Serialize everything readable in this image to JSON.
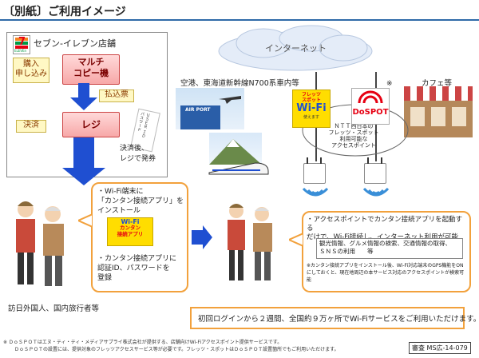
{
  "title": "〔別紙〕ご利用イメージ",
  "store": {
    "name": "セブン‐イレブン店舗",
    "logo_number": "7",
    "logo_brand": "ELEVEn",
    "purchase_label": "購入\n申し込み",
    "copier_label": "マルチ\nコピー機",
    "ticket_label": "払込票",
    "payment_label": "決済",
    "register_label": "レジ",
    "card_text": "ＵＳＥＲ ＩＤ\nパスワード",
    "issue_text": "決済後、\nレジで発券"
  },
  "internet_label": "インターネット",
  "venues": {
    "transport": "空港、東海道新幹線N700系車内等",
    "cafe": "カフェ等",
    "airport_sign": "AIR PORT",
    "asterisk": "※"
  },
  "hotspots": {
    "flets_top": "フレッツ\nスポット",
    "wifi_big": "Wi-Fi",
    "wifi_sub": "使えます",
    "ntt_text": "ＮＴＴ西日本の\nフレッツ・スポット\n利用可能な\nアクセスポイント",
    "dospot_name": "DoSPOT"
  },
  "left_box": {
    "line1": "・Wi-Fi端末に\n「カンタン接続アプリ」を\nインストール",
    "app_top": "Wi-Fi",
    "app_mid": "カンタン\n接続アプリ",
    "line2": "・カンタン接続アプリに\n認証ID、パスワードを\n登録"
  },
  "right_box": {
    "main": "・アクセスポイントでカンタン接続アプリを起動する\nだけで、Wi-Fi接続し、インターネット利用が可能",
    "detail": "観光情報、グルメ情報の検索、交通情報の取得、\nＳＮＳの利用　　等",
    "note": "※カンタン接続アプリをインストール後、Wi-Fi対応端末のGPS機能をON\nにしておくと、現在地周辺の本サービス対応のアクセスポイントが検索可能"
  },
  "travelers_label": "訪日外国人、国内旅行者等",
  "notice": "初回ログインから２週間、全国約９万ヶ所でWi-Fiサービスをご利用いただけます。",
  "footer": {
    "line1": "※ ＤｏＳＰＯＴはエヌ・ティ・ティ・メディアサプライ株式会社が提供する、店舗向けWi-Fiアクセスポイント提供サービスです。",
    "line2": "ＤｏＳＰＯＴの設置には、提供対象のフレッツアクセスサービス等が必要です。フレッツ・スポットはＤｏＳＰＯＴ設置箇所でもご利用いただけます。",
    "review": "審査 MS広-14-079"
  },
  "colors": {
    "accent_blue": "#1f4fd1",
    "orange": "#f2a13c",
    "red": "#e60012",
    "green": "#009944"
  }
}
